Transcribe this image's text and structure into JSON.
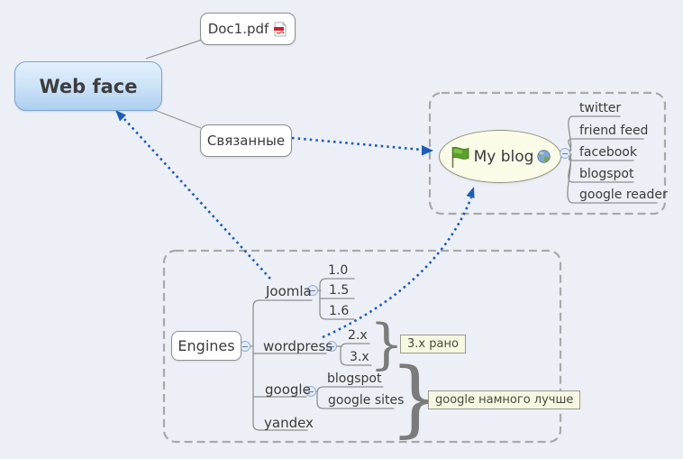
{
  "colors": {
    "background": "#edeff6",
    "relationship_arrow": "#1b5eb8",
    "connector_gray": "#8f8f8f",
    "boundary_gray": "#a9a9a9",
    "callout_bg": "#f7f8e1",
    "root_fill": "#c7dff6",
    "blog_fill": "#fbfce8"
  },
  "nodes": {
    "web_face": {
      "label": "Web face"
    },
    "doc1": {
      "label": "Doc1.pdf",
      "icon": "pdf-file-icon"
    },
    "related": {
      "label": "Связанные"
    },
    "my_blog": {
      "label": "My blog",
      "icons": [
        "green-flag-icon",
        "globe-icon"
      ]
    },
    "engines": {
      "label": "Engines"
    }
  },
  "blog_children": [
    "twitter",
    "friend feed",
    "facebook",
    "blogspot",
    "google reader"
  ],
  "engine_branches": [
    {
      "label": "Joomla",
      "children": [
        "1.0",
        "1.5",
        "1.6"
      ]
    },
    {
      "label": "wordpress",
      "children": [
        "2.x",
        "3.x"
      ]
    },
    {
      "label": "google",
      "children": [
        "blogspot",
        "google sites"
      ]
    },
    {
      "label": "yandex",
      "children": []
    }
  ],
  "callouts": [
    {
      "text": "3.x рано"
    },
    {
      "text": "google намного лучше"
    }
  ]
}
